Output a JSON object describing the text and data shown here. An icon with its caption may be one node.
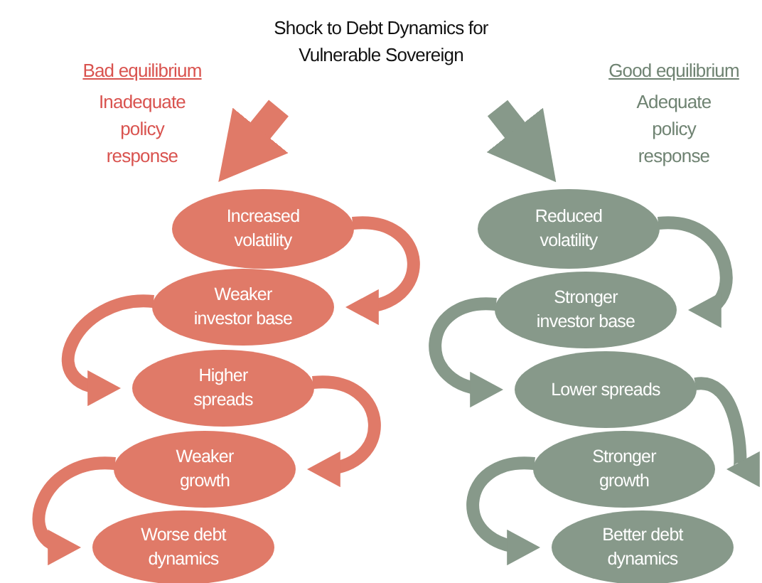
{
  "diagram": {
    "title": "Shock to Debt Dynamics for Vulnerable Sovereign",
    "nodes": [
      {
        "text": [
          "Increased volatility"
        ]
      },
      {
        "text": [
          "Weaker investor base"
        ]
      },
      {
        "text": [
          "Higher spreads"
        ]
      },
      {
        "text": [
          "Weaker growth"
        ]
      },
      {
        "text": [
          "Worse debt dynamics"
        ]
      },
      {
        "text": [
          "Reduced volatility"
        ]
      },
      {
        "text": [
          "Stronger investor base"
        ]
      },
      {
        "text": [
          "Lower spreads"
        ]
      },
      {
        "text": [
          "Stronger growth"
        ]
      },
      {
        "text": [
          "Better debt dynamics"
        ]
      }
    ],
    "edges": [
      {
        "from": null,
        "to": 0,
        "arrow": "to",
        "style": "thick",
        "color": "#e07a68"
      },
      {
        "from": 0,
        "to": 1,
        "arrow": "to",
        "color": "#e07a68"
      },
      {
        "from": 1,
        "to": 2,
        "arrow": "to",
        "color": "#e07a68"
      },
      {
        "from": 2,
        "to": 3,
        "arrow": "to",
        "color": "#e07a68"
      },
      {
        "from": 3,
        "to": 4,
        "arrow": "to",
        "color": "#e07a68"
      },
      {
        "from": null,
        "to": 5,
        "arrow": "to",
        "style": "thick",
        "color": "#87998a"
      },
      {
        "from": 5,
        "to": 6,
        "arrow": "to",
        "color": "#87998a"
      },
      {
        "from": 6,
        "to": 7,
        "arrow": "to",
        "color": "#87998a"
      },
      {
        "from": 7,
        "to": 8,
        "arrow": "to",
        "color": "#87998a"
      },
      {
        "from": 8,
        "to": 9,
        "arrow": "to",
        "color": "#87998a"
      }
    ],
    "labels": [
      "Bad equilibrium",
      "Inadequate policy response",
      "Good equilibrium",
      "Adequate policy response"
    ]
  }
}
